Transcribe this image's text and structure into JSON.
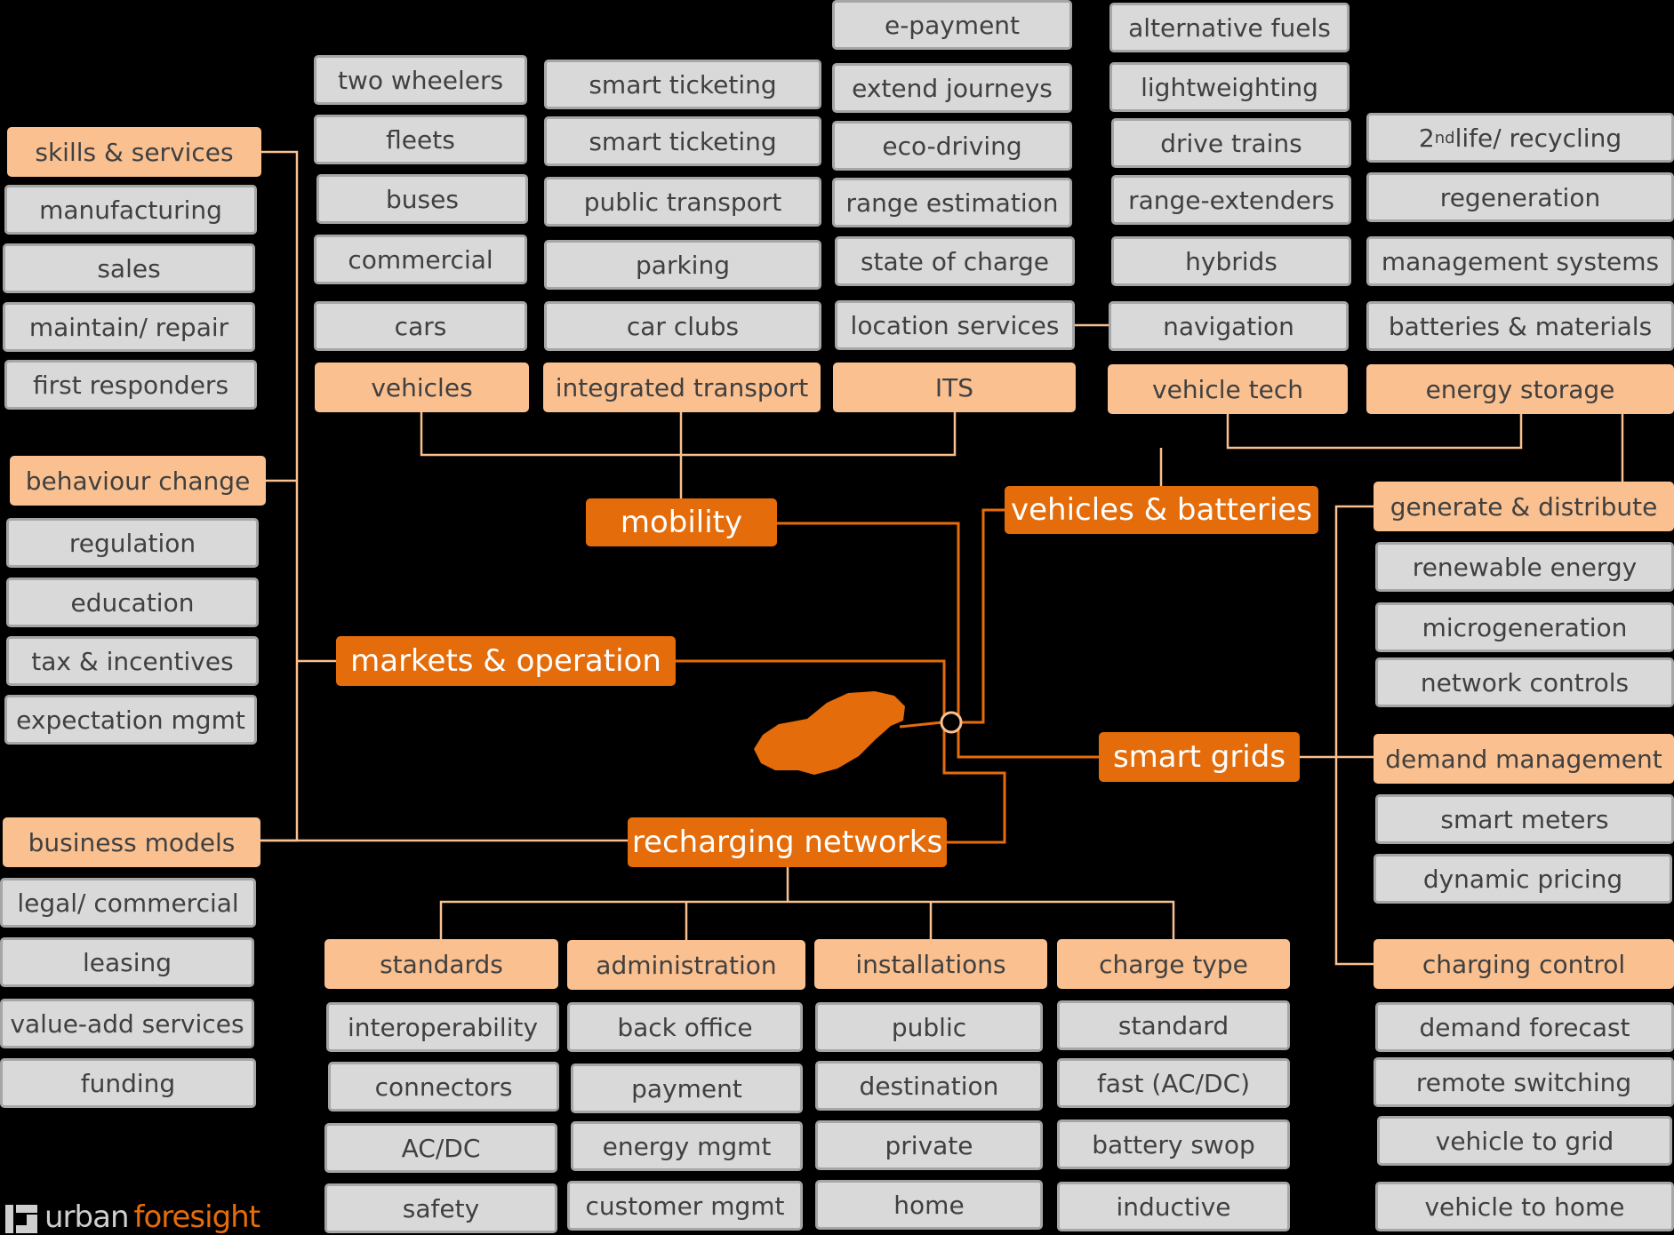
{
  "colors": {
    "background": "#000000",
    "hub": "#e46c0a",
    "sub": "#fac090",
    "leaf": "#d9d9d9",
    "leaf_border": "#a6a6a6",
    "connector_light": "#fac090",
    "connector_dark": "#e46c0a"
  },
  "logo": {
    "word1": "urban ",
    "word2": "foresight"
  },
  "nodes": {
    "hub_mobility": "mobility",
    "hub_vehicles_batteries": "vehicles & batteries",
    "hub_markets_operation": "markets & operation",
    "hub_smart_grids": "smart grids",
    "hub_recharging_networks": "recharging networks",
    "sub_vehicles": "vehicles",
    "sub_integrated_transport": "integrated transport",
    "sub_its": "ITS",
    "sub_vehicle_tech": "vehicle tech",
    "sub_energy_storage": "energy storage",
    "sub_skills_services": "skills & services",
    "sub_behaviour_change": "behaviour change",
    "sub_business_models": "business models",
    "sub_generate_distribute": "generate & distribute",
    "sub_demand_management": "demand management",
    "sub_charging_control": "charging control",
    "sub_standards": "standards",
    "sub_administration": "administration",
    "sub_installations": "installations",
    "sub_charge_type": "charge type",
    "leaf_two_wheelers": "two wheelers",
    "leaf_fleets": "fleets",
    "leaf_buses": "buses",
    "leaf_commercial": "commercial",
    "leaf_cars": "cars",
    "leaf_smart_ticketing_1": "smart ticketing",
    "leaf_smart_ticketing_2": "smart ticketing",
    "leaf_public_transport": "public transport",
    "leaf_parking": "parking",
    "leaf_car_clubs": "car clubs",
    "leaf_e_payment": "e-payment",
    "leaf_extend_journeys": "extend journeys",
    "leaf_eco_driving": "eco-driving",
    "leaf_range_estimation": "range estimation",
    "leaf_state_of_charge": "state of charge",
    "leaf_location_services": "location services",
    "leaf_alternative_fuels": "alternative fuels",
    "leaf_lightweighting": "lightweighting",
    "leaf_drive_trains": "drive trains",
    "leaf_range_extenders": "range-extenders",
    "leaf_hybrids": "hybrids",
    "leaf_navigation": "navigation",
    "leaf_second_life_recycling": "2nd life/ recycling",
    "leaf_regeneration": "regeneration",
    "leaf_management_systems": "management systems",
    "leaf_batteries_materials": "batteries & materials",
    "leaf_manufacturing": "manufacturing",
    "leaf_sales": "sales",
    "leaf_maintain_repair": "maintain/ repair",
    "leaf_first_responders": "first responders",
    "leaf_regulation": "regulation",
    "leaf_education": "education",
    "leaf_tax_incentives": "tax & incentives",
    "leaf_expectation_mgmt": "expectation mgmt",
    "leaf_legal_commercial": "legal/ commercial",
    "leaf_leasing": "leasing",
    "leaf_value_add_services": "value-add services",
    "leaf_funding": "funding",
    "leaf_renewable_energy": "renewable energy",
    "leaf_microgeneration": "microgeneration",
    "leaf_network_controls": "network controls",
    "leaf_smart_meters": "smart meters",
    "leaf_dynamic_pricing": "dynamic pricing",
    "leaf_demand_forecast": "demand forecast",
    "leaf_remote_switching": "remote switching",
    "leaf_vehicle_to_grid": "vehicle to grid",
    "leaf_vehicle_to_home": "vehicle to home",
    "leaf_interoperability": "interoperability",
    "leaf_connectors": "connectors",
    "leaf_ac_dc": "AC/DC",
    "leaf_safety": "safety",
    "leaf_back_office": "back office",
    "leaf_payment": "payment",
    "leaf_energy_mgmt": "energy mgmt",
    "leaf_customer_mgmt": "customer mgmt",
    "leaf_public": "public",
    "leaf_destination": "destination",
    "leaf_private": "private",
    "leaf_home": "home",
    "leaf_standard": "standard",
    "leaf_fast_ac_dc": "fast (AC/DC)",
    "leaf_battery_swop": "battery swop",
    "leaf_inductive": "inductive"
  }
}
